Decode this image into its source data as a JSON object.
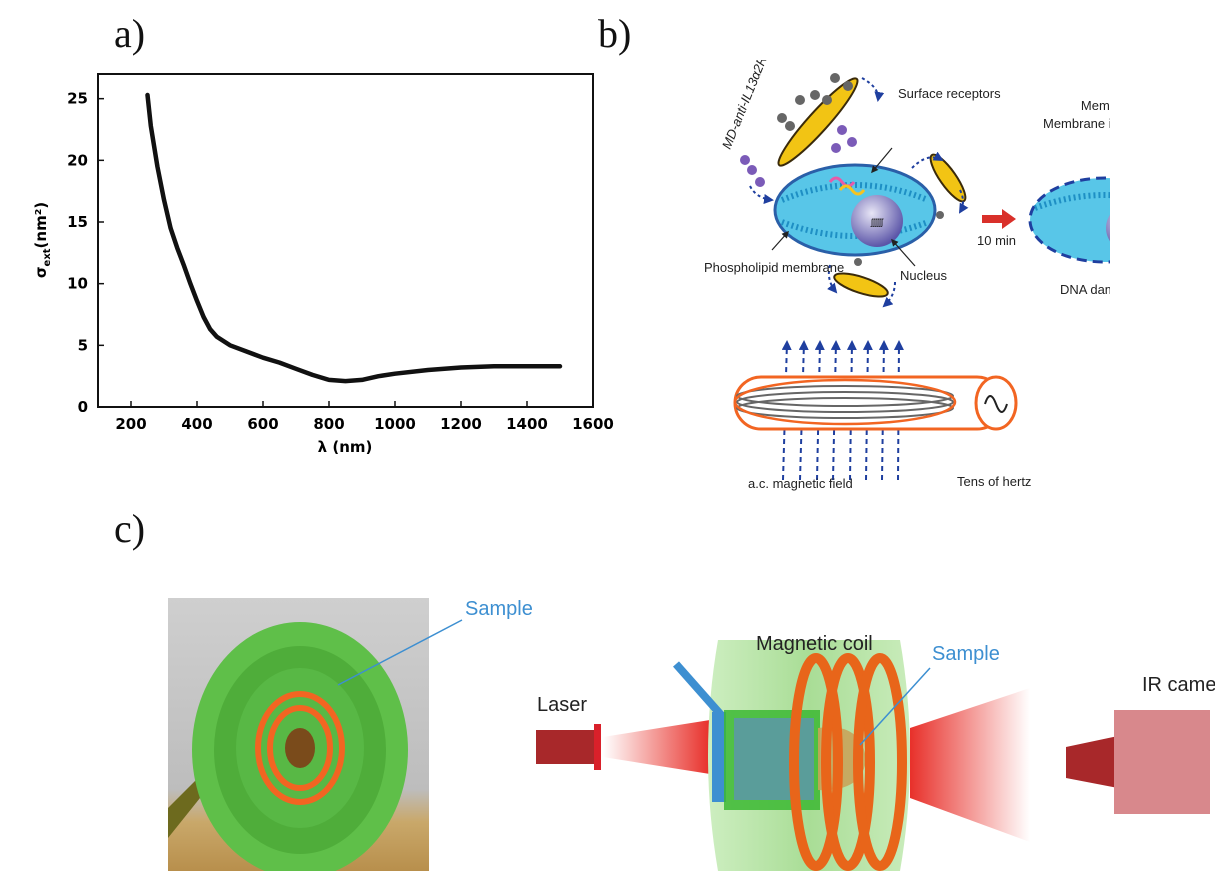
{
  "panels": {
    "a": "a)",
    "b": "b)",
    "c": "c)"
  },
  "chart_data": {
    "type": "line",
    "xlabel": "λ (nm)",
    "ylabel_main": "σ",
    "ylabel_sub": "ext",
    "ylabel_unit": "(nm²)",
    "xlim": [
      100,
      1600
    ],
    "ylim": [
      0,
      27
    ],
    "xticks": [
      200,
      400,
      600,
      800,
      1000,
      1200,
      1400,
      1600
    ],
    "yticks": [
      0,
      5,
      10,
      15,
      20,
      25
    ],
    "grid": false,
    "series": [
      {
        "x": [
          250,
          260,
          280,
          300,
          320,
          340,
          360,
          380,
          400,
          420,
          440,
          460,
          500,
          550,
          600,
          650,
          700,
          750,
          800,
          850,
          900,
          950,
          1000,
          1100,
          1200,
          1300,
          1400,
          1500
        ],
        "y": [
          25.3,
          22.8,
          19.5,
          16.8,
          14.5,
          12.9,
          11.5,
          10.0,
          8.6,
          7.3,
          6.3,
          5.7,
          5.0,
          4.5,
          4.0,
          3.6,
          3.1,
          2.6,
          2.2,
          2.1,
          2.2,
          2.5,
          2.7,
          3.0,
          3.2,
          3.3,
          3.3,
          3.3
        ]
      }
    ]
  },
  "diagram_b": {
    "targeting_agent": "MD-anti-IL13α2R",
    "surface_receptors": "Surface receptors",
    "membrane_integrity": "Membrane integrity loss",
    "phospholipid": "Phospholipid membrane",
    "nucleus": "Nucleus",
    "time": "10 min",
    "dna_damage": "DNA damage",
    "field": "a.c. magnetic field",
    "frequency": "Tens of hertz"
  },
  "setup_c": {
    "sample_photo": "Sample",
    "magnetic_coil": "Magnetic coil",
    "sample_schematic": "Sample",
    "laser": "Laser",
    "ir_camera": "IR camera"
  },
  "colors": {
    "orange": "#f26522",
    "green": "#5cc24a",
    "blue_label": "#3d8fd1",
    "gold": "#f2c414",
    "arrow_blue": "#1f3f9f",
    "red": "#d9302a"
  }
}
